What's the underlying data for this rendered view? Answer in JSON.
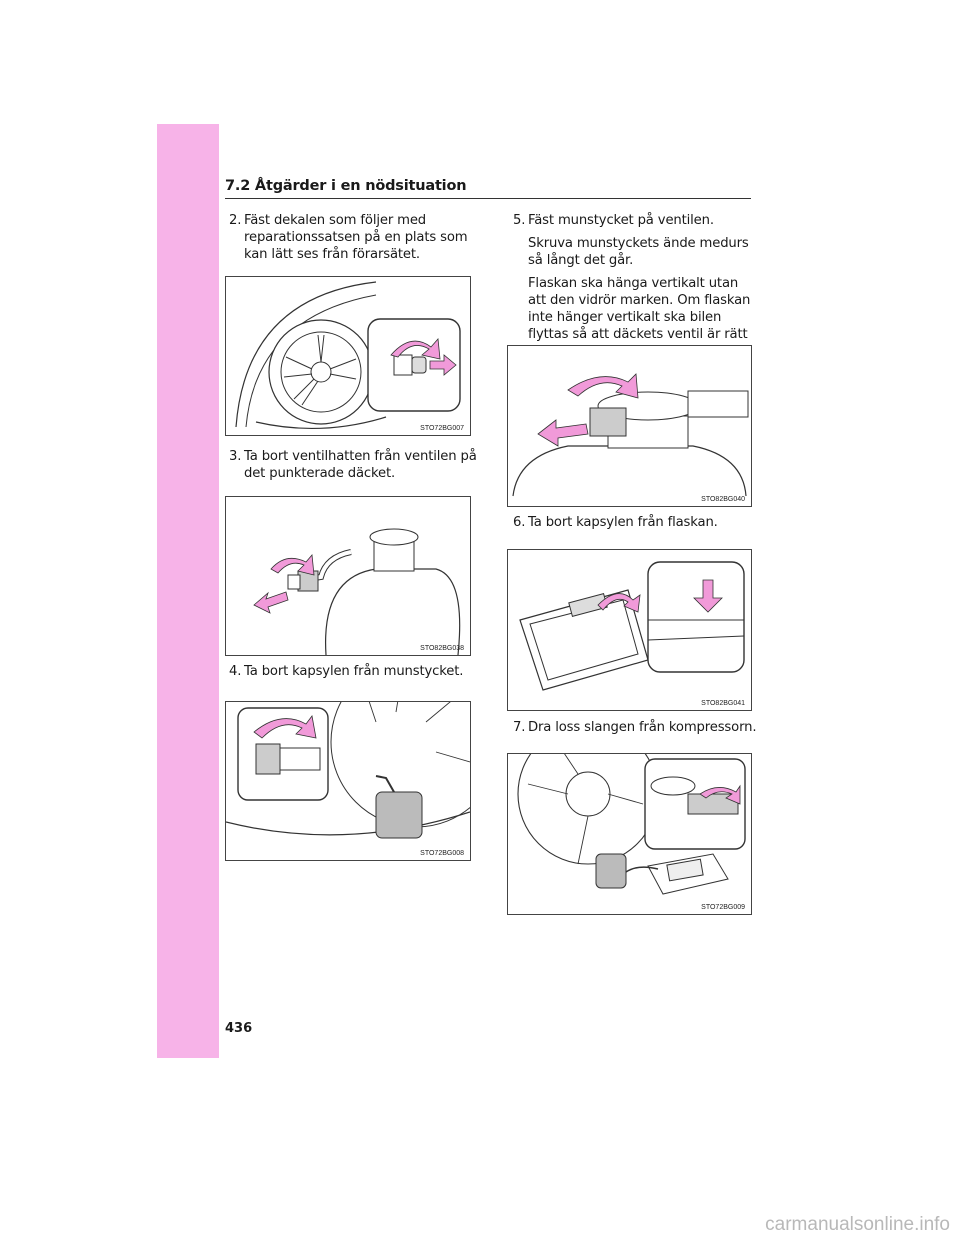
{
  "header": {
    "title": "7.2  Åtgärder i en nödsituation"
  },
  "steps": [
    {
      "num": "2.",
      "text": "Fäst dekalen som följer med reparationssatsen på en plats som kan lätt ses från förarsätet."
    },
    {
      "num": "3.",
      "text": "Ta bort ventilhatten från ventilen på det punkterade däcket."
    },
    {
      "num": "4.",
      "text": "Ta bort kapsylen från munstycket."
    },
    {
      "num": "5.",
      "text": "Fäst munstycket på ventilen.",
      "notes": [
        "Skruva munstyckets ände medurs så långt det går.",
        "Flaskan ska hänga vertikalt utan att den vidrör marken. Om flaskan inte hänger vertikalt ska bilen flyttas så att däckets ventil är rätt placerad."
      ]
    },
    {
      "num": "6.",
      "text": "Ta bort kapsylen från flaskan."
    },
    {
      "num": "7.",
      "text": "Dra loss slangen från kompressorn."
    }
  ],
  "figures": [
    {
      "code": "STO72BG007"
    },
    {
      "code": "STO82BG038"
    },
    {
      "code": "STO72BG008"
    },
    {
      "code": "STO82BG040"
    },
    {
      "code": "STO82BG041"
    },
    {
      "code": "STO72BG009"
    }
  ],
  "page_number": "436",
  "watermark": "carmanualsonline.info",
  "colors": {
    "side_tab": "#f7b3e8",
    "arrow": "#f19ad9"
  }
}
